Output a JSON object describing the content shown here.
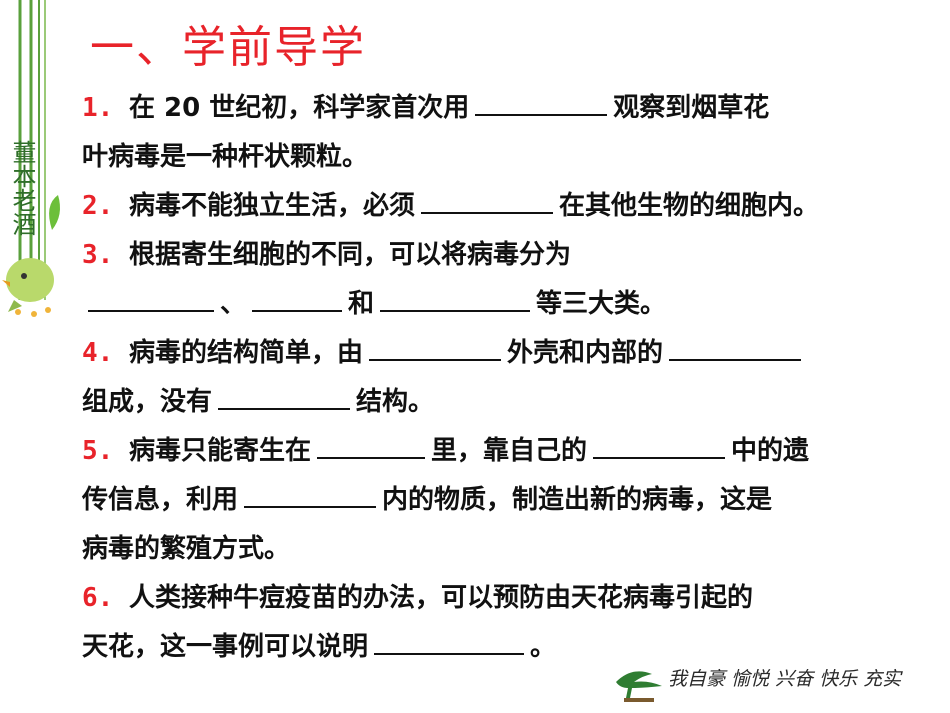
{
  "title": "一、学前导学",
  "questions": [
    {
      "num": "1.",
      "lines": [
        {
          "parts": [
            "在 20 世纪初，科学家首次用",
            "观察到烟草花"
          ]
        },
        {
          "parts": [
            "叶病毒是一种杆状颗粒。"
          ]
        }
      ]
    },
    {
      "num": "2.",
      "lines": [
        {
          "parts": [
            "病毒不能独立生活，必须",
            "在其他生物的细胞内。"
          ]
        }
      ]
    },
    {
      "num": "3.",
      "lines": [
        {
          "parts": [
            "根据寄生细胞的不同，可以将病毒分为"
          ]
        },
        {
          "parts": [
            "",
            "、",
            "和",
            "等三大类。"
          ]
        }
      ]
    },
    {
      "num": "4.",
      "lines": [
        {
          "parts": [
            "病毒的结构简单，由",
            "外壳和内部的",
            ""
          ]
        },
        {
          "parts": [
            "组成，没有",
            "结构。"
          ]
        }
      ]
    },
    {
      "num": "5.",
      "lines": [
        {
          "parts": [
            "病毒只能寄生在",
            "里，靠自己的",
            "中的遗"
          ]
        },
        {
          "parts": [
            "传信息，利用",
            "内的物质，制造出新的病毒，这是"
          ]
        },
        {
          "parts": [
            "病毒的繁殖方式。"
          ]
        }
      ]
    },
    {
      "num": "6.",
      "lines": [
        {
          "parts": [
            "人类接种牛痘疫苗的办法，可以预防由天花病毒引起的"
          ]
        },
        {
          "parts": [
            "天花，这一事例可以说明",
            "。"
          ]
        }
      ]
    }
  ],
  "decoration": {
    "side_text": "董本老酒",
    "motto": "我自豪 愉悦 兴奋 快乐 充实"
  }
}
